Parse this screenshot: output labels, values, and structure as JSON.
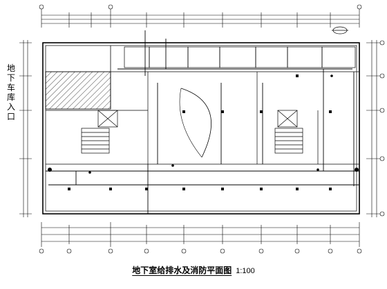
{
  "drawing": {
    "side_label": "地下车库入口",
    "title": "地下室给排水及消防平面图",
    "scale": "1:100"
  }
}
